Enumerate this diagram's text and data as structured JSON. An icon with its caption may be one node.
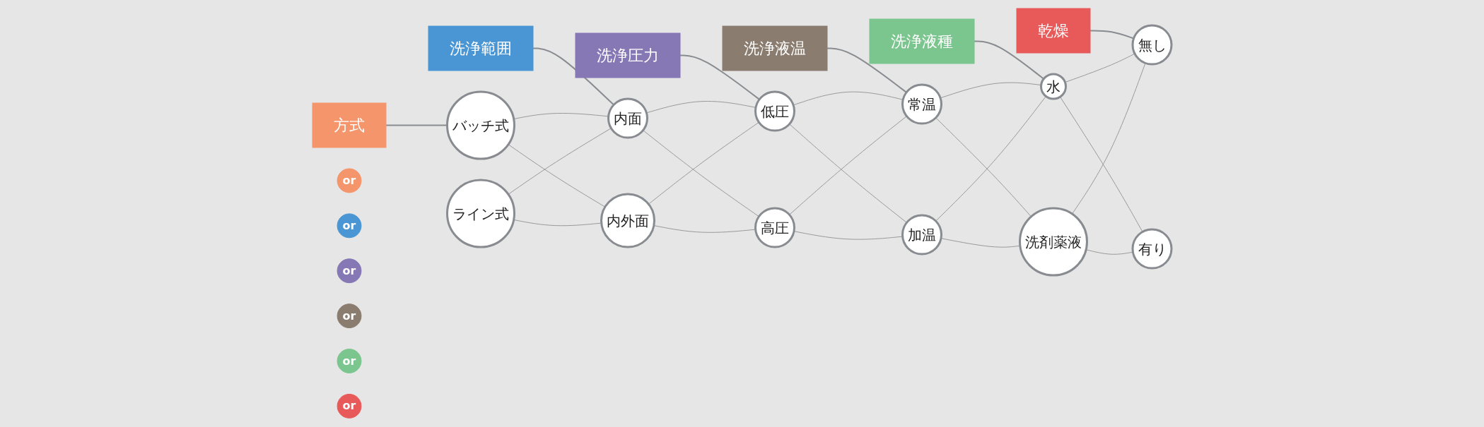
{
  "diagram": {
    "nodes": [
      {
        "text": [
          "方式"
        ]
      },
      {
        "text": [
          "バッチ式"
        ]
      },
      {
        "text": [
          "or"
        ]
      },
      {
        "text": [
          "ライン式"
        ]
      },
      {
        "text": [
          "洗浄範囲"
        ]
      },
      {
        "text": [
          "内面"
        ]
      },
      {
        "text": [
          "or"
        ]
      },
      {
        "text": [
          "内外面"
        ]
      },
      {
        "text": [
          "洗浄圧力"
        ]
      },
      {
        "text": [
          "低圧"
        ]
      },
      {
        "text": [
          "or"
        ]
      },
      {
        "text": [
          "高圧"
        ]
      },
      {
        "text": [
          "洗浄液温"
        ]
      },
      {
        "text": [
          "常温"
        ]
      },
      {
        "text": [
          "or"
        ]
      },
      {
        "text": [
          "加温"
        ]
      },
      {
        "text": [
          "洗浄液種"
        ]
      },
      {
        "text": [
          "水"
        ]
      },
      {
        "text": [
          "or"
        ]
      },
      {
        "text": [
          "洗剤薬液"
        ]
      },
      {
        "text": [
          "乾燥"
        ]
      },
      {
        "text": [
          "無し"
        ]
      },
      {
        "text": [
          "or"
        ]
      },
      {
        "text": [
          "有り"
        ]
      }
    ],
    "edges": [
      {
        "from": 0,
        "to": 1,
        "arrow": "none",
        "color": "#888c90"
      },
      {
        "from": 4,
        "to": 5,
        "arrow": "none",
        "color": "#888c90"
      },
      {
        "from": 8,
        "to": 9,
        "arrow": "none",
        "color": "#888c90"
      },
      {
        "from": 12,
        "to": 13,
        "arrow": "none",
        "color": "#888c90"
      },
      {
        "from": 16,
        "to": 17,
        "arrow": "none",
        "color": "#888c90"
      },
      {
        "from": 20,
        "to": 21,
        "arrow": "none",
        "color": "#888c90"
      },
      {
        "from": 1,
        "to": 5,
        "arrow": "none"
      },
      {
        "from": 1,
        "to": 7,
        "arrow": "none"
      },
      {
        "from": 3,
        "to": 5,
        "arrow": "none"
      },
      {
        "from": 3,
        "to": 7,
        "arrow": "none"
      },
      {
        "from": 5,
        "to": 9,
        "arrow": "none"
      },
      {
        "from": 5,
        "to": 11,
        "arrow": "none"
      },
      {
        "from": 7,
        "to": 9,
        "arrow": "none"
      },
      {
        "from": 7,
        "to": 11,
        "arrow": "none"
      },
      {
        "from": 9,
        "to": 13,
        "arrow": "none"
      },
      {
        "from": 9,
        "to": 15,
        "arrow": "none"
      },
      {
        "from": 11,
        "to": 13,
        "arrow": "none"
      },
      {
        "from": 11,
        "to": 15,
        "arrow": "none"
      },
      {
        "from": 13,
        "to": 17,
        "arrow": "none"
      },
      {
        "from": 13,
        "to": 19,
        "arrow": "none"
      },
      {
        "from": 15,
        "to": 17,
        "arrow": "none"
      },
      {
        "from": 15,
        "to": 19,
        "arrow": "none"
      },
      {
        "from": 17,
        "to": 21,
        "arrow": "none"
      },
      {
        "from": 17,
        "to": 23,
        "arrow": "none"
      },
      {
        "from": 19,
        "to": 21,
        "arrow": "none"
      },
      {
        "from": 19,
        "to": 23,
        "arrow": "none"
      }
    ]
  }
}
